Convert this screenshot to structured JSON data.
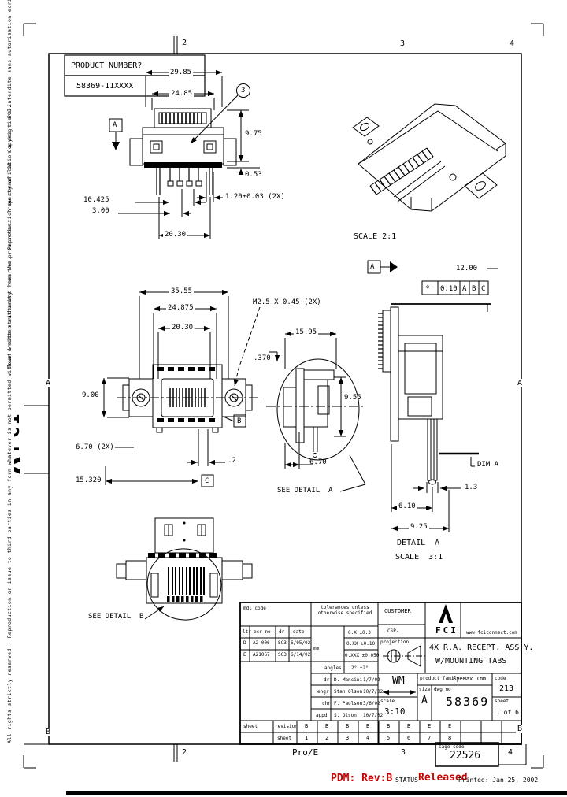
{
  "zones": {
    "top": [
      "2",
      "3",
      "4"
    ],
    "bottom": [
      "2",
      "3",
      "4"
    ],
    "left": [
      "A",
      "B"
    ],
    "right": [
      "A",
      "B"
    ]
  },
  "product": {
    "label": "PRODUCT NUMBER?",
    "number": "58369-11XXXX"
  },
  "margin": {
    "fr": "Tous droits strictement reserves.  Reproduction ou communication a des tiers interdite sans autorisation ecrite de FCI.  Propriete de FCI.  Droits de reproduction FCI.",
    "en": "All rights strictly reserved.  Reproduction or issue to third parties in any form whatever is not permitted without written authority from the proprietor.  Property of FCI.  Copyright FCI.",
    "logo_text": "FCI"
  },
  "views": {
    "front": {
      "dims": [
        "29.85",
        "24.85",
        "9.75",
        "0.53",
        "1.20±0.03 (2X)",
        "10.425",
        "3.00",
        "20.30"
      ],
      "balloon": "3",
      "datum": "A"
    },
    "iso": {
      "scale": "SCALE 2:1"
    },
    "top": {
      "dims": [
        "35.55",
        "24.875",
        "20.30",
        "M2.5 X 0.45 (2X)",
        ".370",
        "9.00",
        "6.70 (2X)",
        "15.320",
        ".2"
      ],
      "datum_b": "B",
      "datum_c": "C"
    },
    "section": {
      "dims": [
        "15.95",
        "9.55",
        "6.70"
      ],
      "note": "SEE DETAIL  A"
    },
    "side": {
      "dims": [
        "12.00",
        "1.3",
        "6.10",
        "9.25"
      ],
      "fcf": [
        "⌖",
        "0.10",
        "A",
        "B",
        "C"
      ],
      "datum": "A",
      "dim_note": "DIM A"
    },
    "detail": {
      "label": "DETAIL  A",
      "scale": "SCALE  3:1"
    },
    "bottom": {
      "note": "SEE DETAIL  B"
    }
  },
  "title_block": {
    "mdl_code_label": "mdl code",
    "tol_note": "tolerances unless otherwise specified",
    "units": "mm",
    "rev_headers": [
      "ltr",
      "ecr no.",
      "dr",
      "date"
    ],
    "rev_rows": [
      {
        "ltr": "D",
        "ecr": "A2-006",
        "dr": "SC3",
        "date": "6/05/02"
      },
      {
        "ltr": "E",
        "ecr": "A21067",
        "dr": "SC3",
        "date": "6/14/02"
      }
    ],
    "tolerances": [
      "0.X ±0.3",
      "0.XX ±0.10",
      "0.XXX ±0.050"
    ],
    "angles_label": "angles",
    "angles_tol": "2° ±2°",
    "sig_rows": [
      {
        "label": "dr",
        "name": "D. Mancini",
        "date": "1/7/02"
      },
      {
        "label": "engr",
        "name": "Stan Olson",
        "date": "10/7/02"
      },
      {
        "label": "chr",
        "name": "F. Paulson",
        "date": "3/6/02"
      },
      {
        "label": "appd",
        "name": "S. Olson",
        "date": "10/7/02"
      }
    ],
    "customer_label": "CUSTOMER",
    "customer_sub": "CSP-",
    "logo_fci": "FCI",
    "website": "www.fciconnect.com",
    "projection_label": "projection",
    "title_line1": "4X R.A. RECEPT. ASS'Y.",
    "title_line2": "W/MOUNTING TABS",
    "approved_initials": "WM",
    "product_family_label": "product family",
    "product_family": "EyeMax 1mm",
    "code_label": "code",
    "code": "213",
    "scale_label": "scale",
    "scale": "3:10",
    "size_label": "size",
    "size": "A",
    "dwg_label": "dwg no",
    "dwg_no": "58369",
    "sheet_label": "sheet",
    "sheet": "1 of 6",
    "matrix_row1_label": "sheet",
    "matrix_row1_sublabel": "revision",
    "matrix_row2_sublabel": "sheet",
    "matrix_revisions": [
      "B",
      "B",
      "B",
      "B",
      "B",
      "B",
      "E",
      "E"
    ],
    "matrix_sheets": [
      "1",
      "2",
      "3",
      "4",
      "5",
      "6",
      "7",
      "8"
    ]
  },
  "footer": {
    "cad": "Pro/E",
    "cage_label": "cage code",
    "cage_code": "22526",
    "pdm": "PDM: Rev:B",
    "status_label": "STATUS",
    "status_value": "Released",
    "printed": "Printed: Jan 25, 2002"
  }
}
